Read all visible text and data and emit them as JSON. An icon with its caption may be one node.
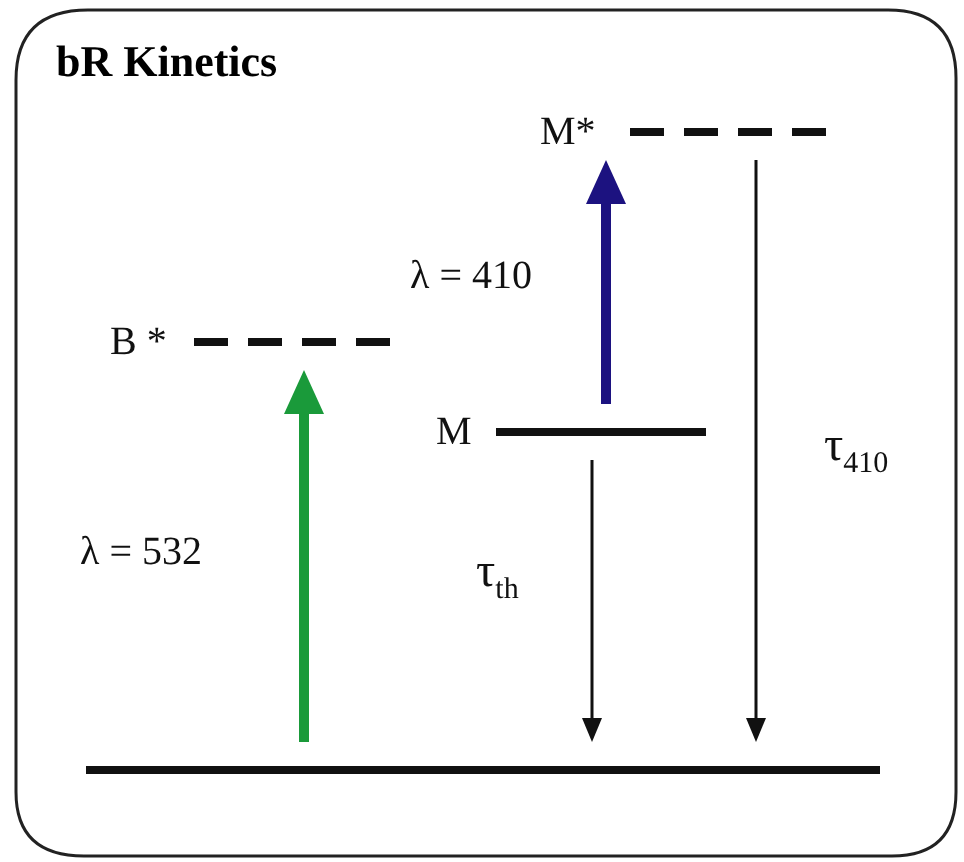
{
  "diagram": {
    "title": "bR Kinetics",
    "nodes": [
      {
        "text": [
          "M*"
        ]
      },
      {
        "text": [
          "B *"
        ]
      },
      {
        "text": [
          "M"
        ]
      },
      {
        "text": [],
        "shape": "bar"
      }
    ],
    "edges": [
      {
        "from": 3,
        "to": 1,
        "arrow": "to",
        "label": "λ = 532",
        "style": "thick",
        "color": "#1a9a3a"
      },
      {
        "from": 2,
        "to": 0,
        "arrow": "to",
        "label": "λ = 410",
        "style": "thick",
        "color": "#1c1280"
      },
      {
        "from": 2,
        "to": 3,
        "arrow": "to",
        "label": "τ$_{th}$"
      },
      {
        "from": 0,
        "to": 3,
        "arrow": "to",
        "label": "τ$_{410}$"
      }
    ]
  }
}
